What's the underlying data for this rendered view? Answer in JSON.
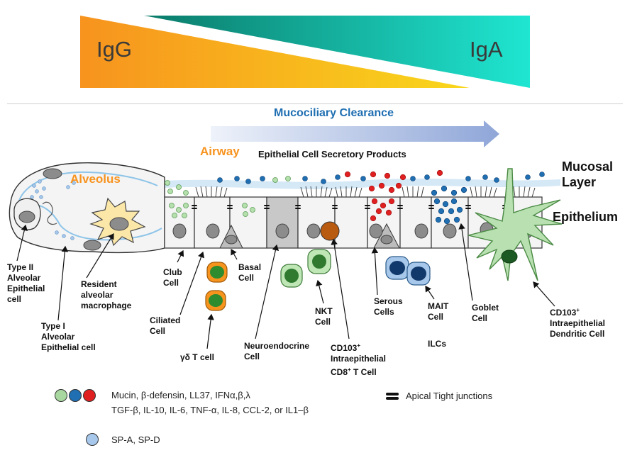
{
  "gradient": {
    "left_label": "IgG",
    "right_label": "IgA",
    "colors": {
      "orange": "#f7941d",
      "yellow": "#f9d423",
      "teal": "#00897b",
      "cyan": "#1de9d0"
    }
  },
  "header": {
    "mucociliary": "Mucociliary Clearance",
    "airway": "Airway",
    "secretory": "Epithelial Cell Secretory Products",
    "alveolus": "Alveolus"
  },
  "right_labels": {
    "mucosal_1": "Mucosal",
    "mucosal_2": "Layer",
    "epithelium": "Epithelium"
  },
  "cell_labels": {
    "type2": [
      "Type II",
      "Alveolar",
      "Epithelial",
      "cell"
    ],
    "type1": [
      "Type I",
      "Alveolar",
      "Epithelial cell"
    ],
    "macrophage": [
      "Resident",
      "alveolar",
      "macrophage"
    ],
    "club": [
      "Club",
      "Cell"
    ],
    "basal": [
      "Basal",
      "Cell"
    ],
    "ciliated": [
      "Ciliated",
      "Cell"
    ],
    "gdt": "γδ T cell",
    "neuroendocrine": [
      "Neuroendocrine",
      "Cell"
    ],
    "nkt": [
      "NKT",
      "Cell"
    ],
    "cd103_t": {
      "prefix": "CD103",
      "sup": "+",
      "line2": "Intraepithelial",
      "line3_a": "CD8",
      "line3_sup": "+",
      "line3_b": " T Cell"
    },
    "serous": [
      "Serous",
      "Cells"
    ],
    "mait": [
      "MAIT",
      "Cell"
    ],
    "ilcs": "ILCs",
    "goblet": [
      "Goblet",
      "Cell"
    ],
    "cd103_dc": {
      "prefix": "CD103",
      "sup": "+",
      "line2": "Intraepithelial",
      "line3": "Dendritic Cell"
    }
  },
  "legend": {
    "dots_line1": "Mucin, β-defensin, LL37, IFNα,β,λ",
    "dots_line2": "TGF-β, IL-10, IL-6, TNF-α, IL-8, CCL-2, or IL1–β",
    "tight_junctions": "Apical Tight junctions",
    "spa": "SP-A, SP-D",
    "colors": {
      "green": "#a8d8a0",
      "blue": "#1f6fb2",
      "red": "#e02020",
      "light_blue": "#a7c8ea"
    }
  }
}
